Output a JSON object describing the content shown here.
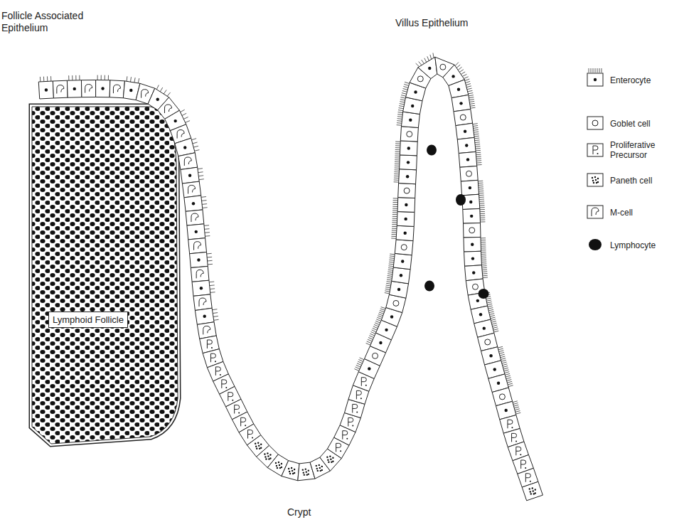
{
  "diagram": {
    "nodes": [
      {
        "text": [
          "Lymphoid Follicle"
        ]
      }
    ],
    "labels": [
      "Follicle Associated Epithelium",
      "Villus Epithelium",
      "Crypt"
    ],
    "legend": [
      {
        "text": "Enterocyte"
      },
      {
        "text": "Goblet cell"
      },
      {
        "text": "Proliferative Precursor"
      },
      {
        "text": "Paneth cell"
      },
      {
        "text": "M-cell"
      },
      {
        "text": "Lymphocyte"
      }
    ]
  }
}
